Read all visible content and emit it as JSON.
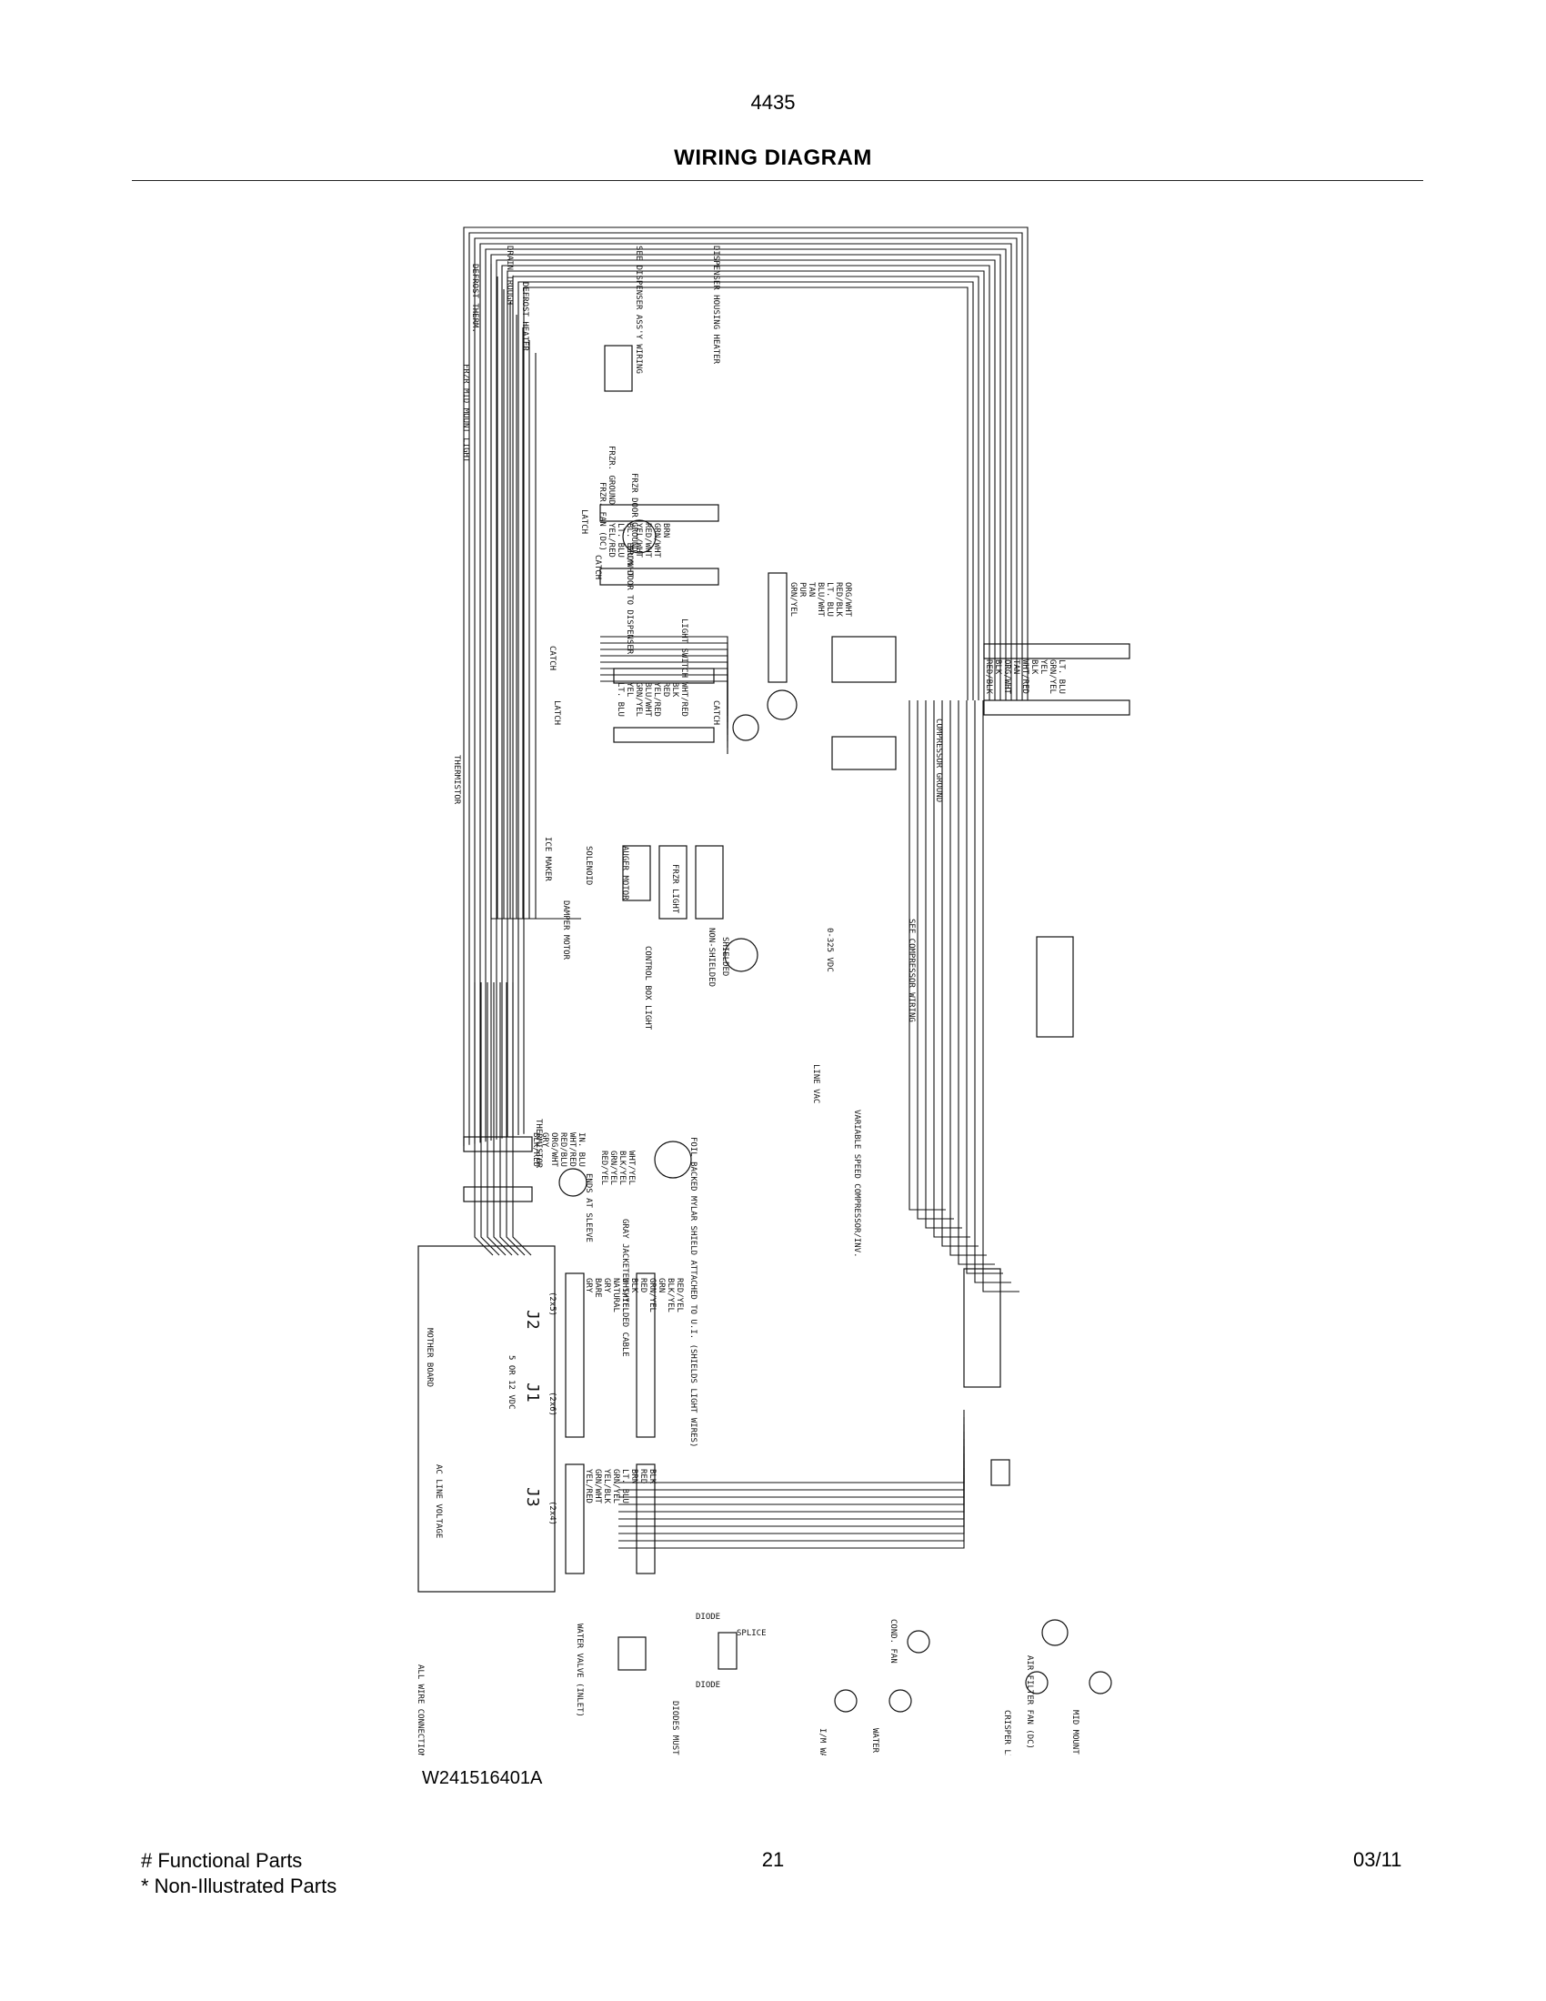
{
  "header": {
    "model_number": "4435",
    "title": "WIRING DIAGRAM"
  },
  "diagram": {
    "doc_id": "W241516401A",
    "components": {
      "defrost_thermostat": "DEFROST THERM.",
      "drain_trough": "DRAIN TROUGH",
      "defrost_heater": "DEFROST HEATER",
      "frzr_fan": "FRZR. FAN (DC)",
      "frzr_ground": "FRZR. GROUND",
      "frzr_door_ground": "FRZR DOOR GROUND",
      "dispenser_note": "SEE DISPENSER ASS'Y WIRING",
      "dispenser_housing_heater": "DISPENSER HOUSING HEATER",
      "frzr_mid_mount_light": "FRZR MID MOUNT LIGHT",
      "latch_1": "LATCH",
      "catch_1": "CATCH",
      "from_door_to_dispenser": "FROM DOOR TO DISPENSER",
      "catch_2": "CATCH",
      "latch_2": "LATCH",
      "light_switch": "LIGHT SWITCH",
      "catch_3": "CATCH",
      "latch_3": "LATCH",
      "thermistor_1": "THERMISTOR",
      "ice_maker": "ICE MAKER",
      "solenoid": "SOLENOID",
      "auger_motor": "AUGER MOTOR",
      "frzr_light": "FRZR LIGHT",
      "compressor_ground": "COMPRESSOR GROUND",
      "see_compressor_wiring": "SEE COMPRESSOR WIRING",
      "damper_motor": "DAMPER MOTOR",
      "control_box_light": "CONTROL BOX LIGHT",
      "thermistor_2": "THERMISTOR",
      "non_shielded": "NON-SHIELDED",
      "shielded": "SHIELDED",
      "shielded_cable": "GRAY JACKETED SHIELDED CABLE",
      "ends_at_sleeve": "ENDS AT SLEEVE",
      "foil_note": "FOIL BACKED MYLAR SHIELD ATTACHED TO U.I. (SHIELDS LIGHT WIRES)",
      "line_vac": "LINE VAC",
      "dc_volts": "0-325 VDC",
      "variable_speed_compressor": "VARIABLE SPEED COMPRESSOR/INV.",
      "mother_board": "MOTHER BOARD",
      "ac_line_voltage": "AC LINE VOLTAGE",
      "cond_fan": "COND. FAN",
      "water_valve_inlet": "WATER VALVE (INLET)",
      "diode_1": "DIODE",
      "diode_2": "DIODE",
      "diodes_note": "DIODES MUST BE POLARIZED IN SAME DIRECTION",
      "im_water_valve": "I/M WATER VALVE",
      "water_dispenser_valve": "WATER DISPENSER VALVE TAD",
      "crisper_light": "CRISPER LIGHT",
      "air_filter_fan": "AIR FILTER FAN (DC)",
      "mid_mount_light": "MID MOUNT LIGHT",
      "splice_note": "ALL WIRE CONNECTIONS MARKED BY '•' SYMBOL",
      "j1": "J1",
      "j2": "J2",
      "j3": "J3",
      "j1_voltage": "5 OR 12 VDC",
      "j2_pins": "(2x5)",
      "j1_pins": "(2x6)",
      "j3_pins": "(2x4)",
      "splice": "SPLICE"
    },
    "wire_colors": {
      "connector_a": [
        "GRN/YEL",
        "PUR",
        "TAN",
        "BLU/WHT",
        "LT. BLU",
        "RED/BLK",
        "ORG/WHT"
      ],
      "connector_b": [
        "YEL/RED",
        "LT. BLU",
        "BL. BLU/WHT",
        "YEL/WHT",
        "RED/WHT",
        "GRN/WHT",
        "BRN"
      ],
      "connector_c": [
        "LT. BLU",
        "YEL",
        "GRN/YEL",
        "BLU/WHT",
        "YEL/RED",
        "RED",
        "BLK",
        "WHT/RED"
      ],
      "connector_d": [
        "RED/BLK",
        "BLK",
        "ORG/WHT",
        "TAN",
        "WHT/RED",
        "BLK",
        "YEL",
        "GRN/YEL",
        "LT. BLU"
      ],
      "j2_colors": [
        "GRY",
        "BARE",
        "GRY",
        "NATURAL",
        "WHT/YEL",
        "BLK",
        "RED",
        "GRN/YEL",
        "GRN",
        "BLK/YEL",
        "RED/YEL"
      ],
      "j3_colors": [
        "YEL/RED",
        "GRN/WHT",
        "YEL/BLK",
        "GRN/YEL",
        "LT. BLU",
        "BRN",
        "RED",
        "BLK"
      ],
      "left_bundle": [
        "BLK/RED",
        "GRY",
        "ORG/WHT",
        "RED/BLU",
        "WHT/RED",
        "IN. BLU"
      ],
      "damper_colors": [
        "RED/YEL",
        "GRN/YEL",
        "BLK/YEL",
        "WHT/YEL"
      ]
    }
  },
  "footer": {
    "functional_parts": "# Functional Parts",
    "non_illustrated_parts": "* Non-Illustrated Parts",
    "page_number": "21",
    "date": "03/11"
  }
}
